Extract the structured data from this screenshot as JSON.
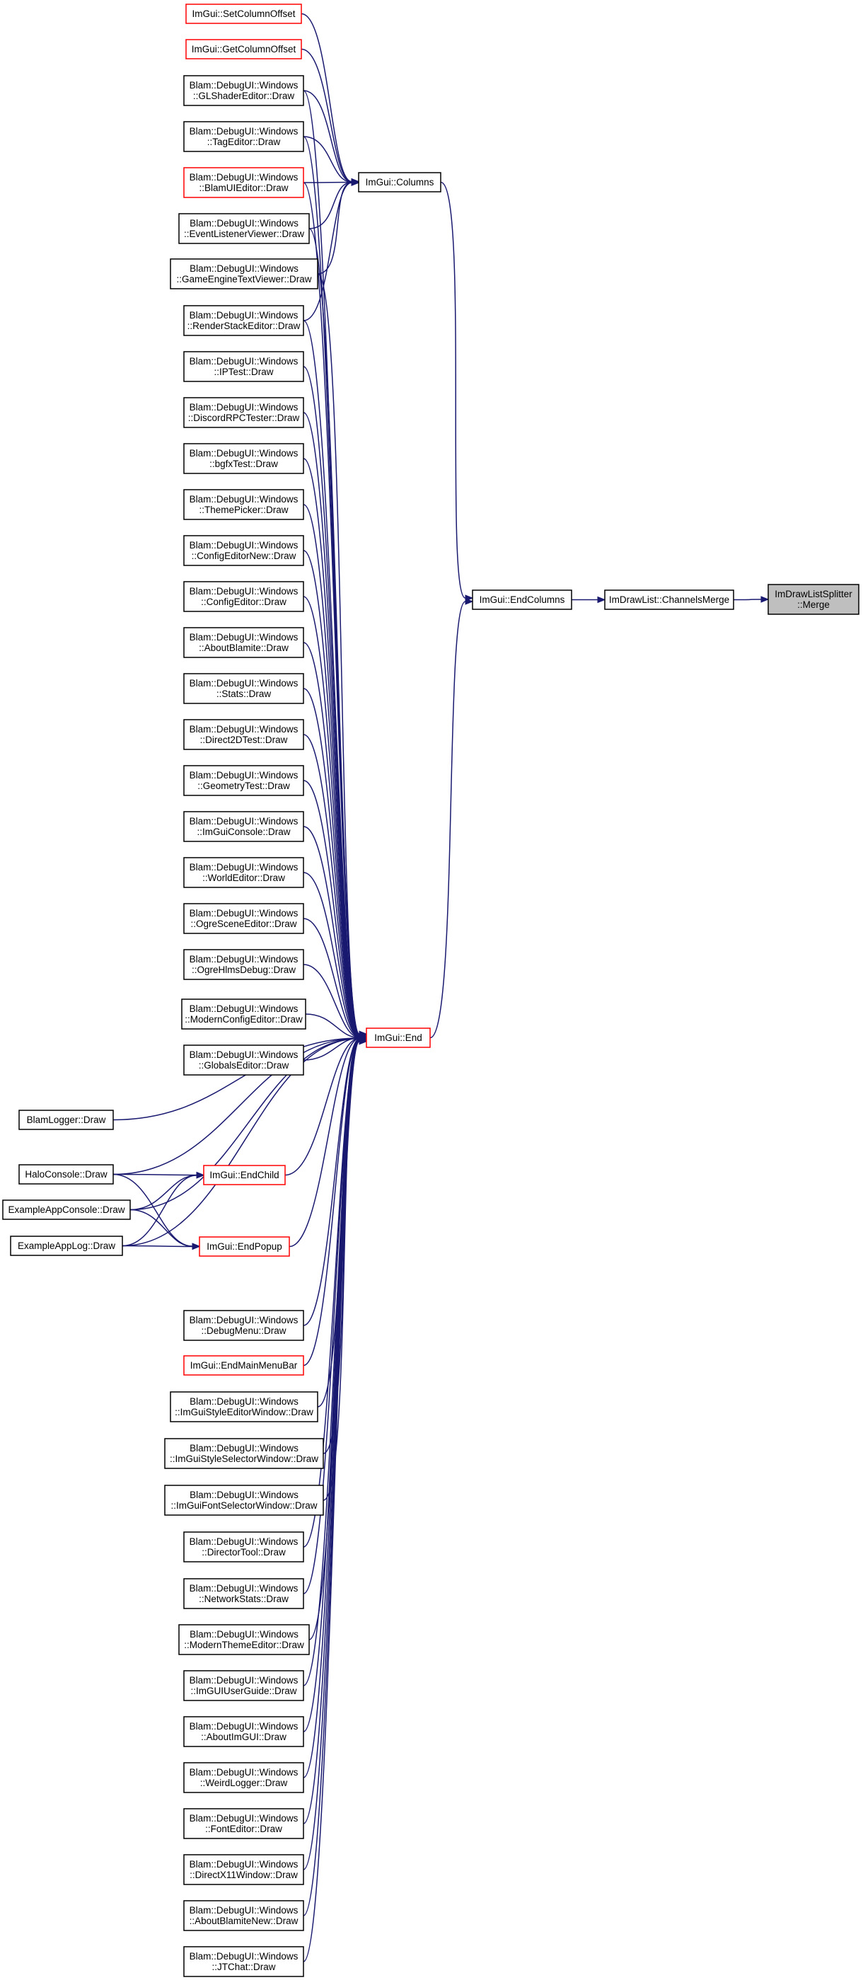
{
  "colors": {
    "edge": "#191970",
    "border_default": "#000000",
    "border_truncated": "#ff0000",
    "highlight_fill": "#bfbfbf",
    "background": "#ffffff"
  },
  "nodes": [
    {
      "id": "merge",
      "lines": [
        "ImDrawListSplitter",
        "::Merge"
      ],
      "style": "highlight"
    },
    {
      "id": "channelsmerge",
      "lines": [
        "ImDrawList::ChannelsMerge"
      ],
      "style": "normal"
    },
    {
      "id": "endcolumns",
      "lines": [
        "ImGui::EndColumns"
      ],
      "style": "normal"
    },
    {
      "id": "columns",
      "lines": [
        "ImGui::Columns"
      ],
      "style": "normal"
    },
    {
      "id": "end",
      "lines": [
        "ImGui::End"
      ],
      "style": "red"
    },
    {
      "id": "endchild",
      "lines": [
        "ImGui::EndChild"
      ],
      "style": "red"
    },
    {
      "id": "endpopup",
      "lines": [
        "ImGui::EndPopup"
      ],
      "style": "red"
    },
    {
      "id": "setcoloffset",
      "lines": [
        "ImGui::SetColumnOffset"
      ],
      "style": "red"
    },
    {
      "id": "getcoloffset",
      "lines": [
        "ImGui::GetColumnOffset"
      ],
      "style": "red"
    },
    {
      "id": "glshader",
      "lines": [
        "Blam::DebugUI::Windows",
        "::GLShaderEditor::Draw"
      ],
      "style": "normal"
    },
    {
      "id": "tageditor",
      "lines": [
        "Blam::DebugUI::Windows",
        "::TagEditor::Draw"
      ],
      "style": "normal"
    },
    {
      "id": "blamuieditor",
      "lines": [
        "Blam::DebugUI::Windows",
        "::BlamUIEditor::Draw"
      ],
      "style": "red"
    },
    {
      "id": "eventlistener",
      "lines": [
        "Blam::DebugUI::Windows",
        "::EventListenerViewer::Draw"
      ],
      "style": "normal"
    },
    {
      "id": "gameenginetext",
      "lines": [
        "Blam::DebugUI::Windows",
        "::GameEngineTextViewer::Draw"
      ],
      "style": "normal"
    },
    {
      "id": "renderstack",
      "lines": [
        "Blam::DebugUI::Windows",
        "::RenderStackEditor::Draw"
      ],
      "style": "normal"
    },
    {
      "id": "iptest",
      "lines": [
        "Blam::DebugUI::Windows",
        "::IPTest::Draw"
      ],
      "style": "normal"
    },
    {
      "id": "discordrpc",
      "lines": [
        "Blam::DebugUI::Windows",
        "::DiscordRPCTester::Draw"
      ],
      "style": "normal"
    },
    {
      "id": "bgfxtest",
      "lines": [
        "Blam::DebugUI::Windows",
        "::bgfxTest::Draw"
      ],
      "style": "normal"
    },
    {
      "id": "themepicker",
      "lines": [
        "Blam::DebugUI::Windows",
        "::ThemePicker::Draw"
      ],
      "style": "normal"
    },
    {
      "id": "configeditornew",
      "lines": [
        "Blam::DebugUI::Windows",
        "::ConfigEditorNew::Draw"
      ],
      "style": "normal"
    },
    {
      "id": "configeditor",
      "lines": [
        "Blam::DebugUI::Windows",
        "::ConfigEditor::Draw"
      ],
      "style": "normal"
    },
    {
      "id": "aboutblamite",
      "lines": [
        "Blam::DebugUI::Windows",
        "::AboutBlamite::Draw"
      ],
      "style": "normal"
    },
    {
      "id": "stats",
      "lines": [
        "Blam::DebugUI::Windows",
        "::Stats::Draw"
      ],
      "style": "normal"
    },
    {
      "id": "direct2dtest",
      "lines": [
        "Blam::DebugUI::Windows",
        "::Direct2DTest::Draw"
      ],
      "style": "normal"
    },
    {
      "id": "geometrytest",
      "lines": [
        "Blam::DebugUI::Windows",
        "::GeometryTest::Draw"
      ],
      "style": "normal"
    },
    {
      "id": "imguiconsole",
      "lines": [
        "Blam::DebugUI::Windows",
        "::ImGuiConsole::Draw"
      ],
      "style": "normal"
    },
    {
      "id": "worldeditor",
      "lines": [
        "Blam::DebugUI::Windows",
        "::WorldEditor::Draw"
      ],
      "style": "normal"
    },
    {
      "id": "ogrescene",
      "lines": [
        "Blam::DebugUI::Windows",
        "::OgreSceneEditor::Draw"
      ],
      "style": "normal"
    },
    {
      "id": "ogrehlms",
      "lines": [
        "Blam::DebugUI::Windows",
        "::OgreHlmsDebug::Draw"
      ],
      "style": "normal"
    },
    {
      "id": "modernconfig",
      "lines": [
        "Blam::DebugUI::Windows",
        "::ModernConfigEditor::Draw"
      ],
      "style": "normal"
    },
    {
      "id": "globalseditor",
      "lines": [
        "Blam::DebugUI::Windows",
        "::GlobalsEditor::Draw"
      ],
      "style": "normal"
    },
    {
      "id": "blamlogger",
      "lines": [
        "BlamLogger::Draw"
      ],
      "style": "normal"
    },
    {
      "id": "haloconsole",
      "lines": [
        "HaloConsole::Draw"
      ],
      "style": "normal"
    },
    {
      "id": "exampleconsole",
      "lines": [
        "ExampleAppConsole::Draw"
      ],
      "style": "normal"
    },
    {
      "id": "examplelog",
      "lines": [
        "ExampleAppLog::Draw"
      ],
      "style": "normal"
    },
    {
      "id": "debugmenu",
      "lines": [
        "Blam::DebugUI::Windows",
        "::DebugMenu::Draw"
      ],
      "style": "normal"
    },
    {
      "id": "endmainmenubar",
      "lines": [
        "ImGui::EndMainMenuBar"
      ],
      "style": "red"
    },
    {
      "id": "imguistyleeditor",
      "lines": [
        "Blam::DebugUI::Windows",
        "::ImGuiStyleEditorWindow::Draw"
      ],
      "style": "normal"
    },
    {
      "id": "imguistyleselector",
      "lines": [
        "Blam::DebugUI::Windows",
        "::ImGuiStyleSelectorWindow::Draw"
      ],
      "style": "normal"
    },
    {
      "id": "imguifontselector",
      "lines": [
        "Blam::DebugUI::Windows",
        "::ImGuiFontSelectorWindow::Draw"
      ],
      "style": "normal"
    },
    {
      "id": "directortool",
      "lines": [
        "Blam::DebugUI::Windows",
        "::DirectorTool::Draw"
      ],
      "style": "normal"
    },
    {
      "id": "networkstats",
      "lines": [
        "Blam::DebugUI::Windows",
        "::NetworkStats::Draw"
      ],
      "style": "normal"
    },
    {
      "id": "moderntheme",
      "lines": [
        "Blam::DebugUI::Windows",
        "::ModernThemeEditor::Draw"
      ],
      "style": "normal"
    },
    {
      "id": "imguiuserguide",
      "lines": [
        "Blam::DebugUI::Windows",
        "::ImGUIUserGuide::Draw"
      ],
      "style": "normal"
    },
    {
      "id": "aboutimgui",
      "lines": [
        "Blam::DebugUI::Windows",
        "::AboutImGUI::Draw"
      ],
      "style": "normal"
    },
    {
      "id": "weirdlogger",
      "lines": [
        "Blam::DebugUI::Windows",
        "::WeirdLogger::Draw"
      ],
      "style": "normal"
    },
    {
      "id": "fonteditor",
      "lines": [
        "Blam::DebugUI::Windows",
        "::FontEditor::Draw"
      ],
      "style": "normal"
    },
    {
      "id": "directx11",
      "lines": [
        "Blam::DebugUI::Windows",
        "::DirectX11Window::Draw"
      ],
      "style": "normal"
    },
    {
      "id": "aboutblamitenew",
      "lines": [
        "Blam::DebugUI::Windows",
        "::AboutBlamiteNew::Draw"
      ],
      "style": "normal"
    },
    {
      "id": "jtchat",
      "lines": [
        "Blam::DebugUI::Windows",
        "::JTChat::Draw"
      ],
      "style": "normal"
    }
  ],
  "edges": [
    [
      "channelsmerge",
      "merge"
    ],
    [
      "endcolumns",
      "channelsmerge"
    ],
    [
      "columns",
      "endcolumns"
    ],
    [
      "end",
      "endcolumns"
    ],
    [
      "setcoloffset",
      "columns"
    ],
    [
      "getcoloffset",
      "columns"
    ],
    [
      "glshader",
      "columns"
    ],
    [
      "tageditor",
      "columns"
    ],
    [
      "blamuieditor",
      "columns"
    ],
    [
      "eventlistener",
      "columns"
    ],
    [
      "gameenginetext",
      "columns"
    ],
    [
      "renderstack",
      "columns"
    ],
    [
      "glshader",
      "end"
    ],
    [
      "tageditor",
      "end"
    ],
    [
      "blamuieditor",
      "end"
    ],
    [
      "eventlistener",
      "end"
    ],
    [
      "gameenginetext",
      "end"
    ],
    [
      "renderstack",
      "end"
    ],
    [
      "iptest",
      "end"
    ],
    [
      "discordrpc",
      "end"
    ],
    [
      "bgfxtest",
      "end"
    ],
    [
      "themepicker",
      "end"
    ],
    [
      "configeditornew",
      "end"
    ],
    [
      "configeditor",
      "end"
    ],
    [
      "aboutblamite",
      "end"
    ],
    [
      "stats",
      "end"
    ],
    [
      "direct2dtest",
      "end"
    ],
    [
      "geometrytest",
      "end"
    ],
    [
      "imguiconsole",
      "end"
    ],
    [
      "worldeditor",
      "end"
    ],
    [
      "ogrescene",
      "end"
    ],
    [
      "ogrehlms",
      "end"
    ],
    [
      "modernconfig",
      "end"
    ],
    [
      "globalseditor",
      "end"
    ],
    [
      "blamlogger",
      "end"
    ],
    [
      "haloconsole",
      "end"
    ],
    [
      "exampleconsole",
      "end"
    ],
    [
      "examplelog",
      "end"
    ],
    [
      "endchild",
      "end"
    ],
    [
      "endpopup",
      "end"
    ],
    [
      "haloconsole",
      "endchild"
    ],
    [
      "exampleconsole",
      "endchild"
    ],
    [
      "examplelog",
      "endchild"
    ],
    [
      "haloconsole",
      "endpopup"
    ],
    [
      "exampleconsole",
      "endpopup"
    ],
    [
      "examplelog",
      "endpopup"
    ],
    [
      "debugmenu",
      "end"
    ],
    [
      "endmainmenubar",
      "end"
    ],
    [
      "imguistyleeditor",
      "end"
    ],
    [
      "imguistyleselector",
      "end"
    ],
    [
      "imguifontselector",
      "end"
    ],
    [
      "directortool",
      "end"
    ],
    [
      "networkstats",
      "end"
    ],
    [
      "moderntheme",
      "end"
    ],
    [
      "imguiuserguide",
      "end"
    ],
    [
      "aboutimgui",
      "end"
    ],
    [
      "weirdlogger",
      "end"
    ],
    [
      "fonteditor",
      "end"
    ],
    [
      "directx11",
      "end"
    ],
    [
      "aboutblamitenew",
      "end"
    ],
    [
      "jtchat",
      "end"
    ]
  ]
}
